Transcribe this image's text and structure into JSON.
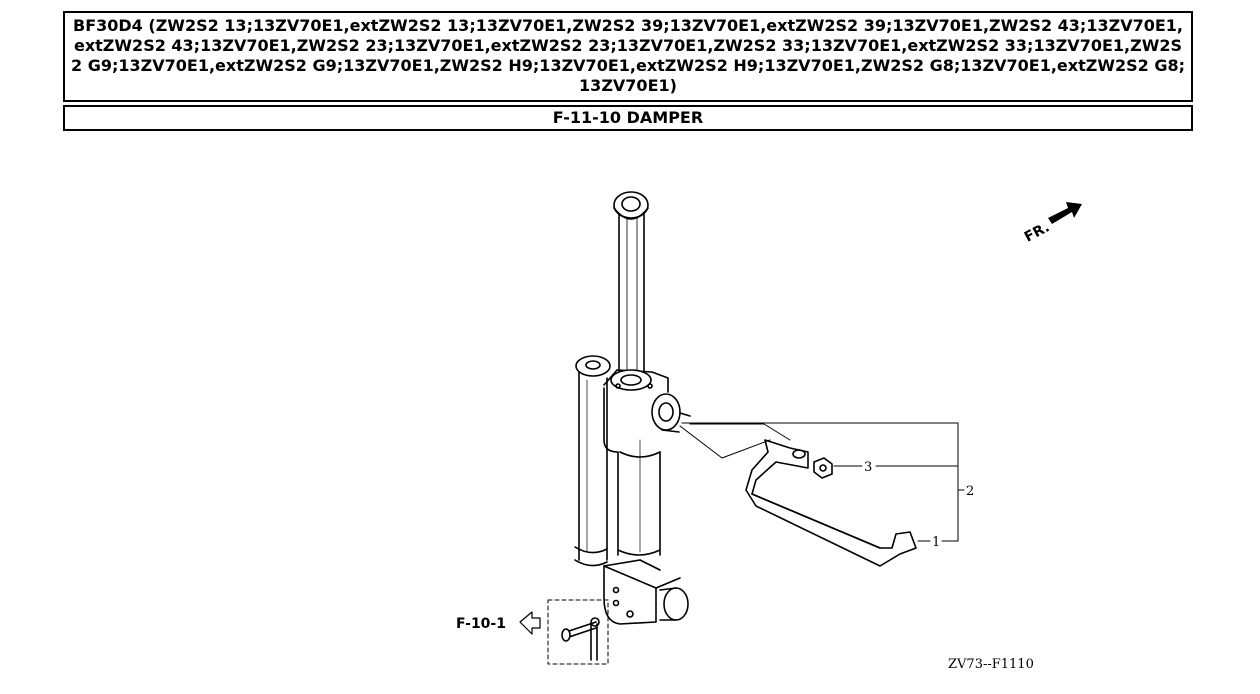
{
  "header": {
    "title": "BF30D4 (ZW2S2 13;13ZV70E1,extZW2S2 13;13ZV70E1,ZW2S2 39;13ZV70E1,extZW2S2 39;13ZV70E1,ZW2S2 43;13ZV70E1,extZW2S2 43;13ZV70E1,ZW2S2 23;13ZV70E1,extZW2S2 23;13ZV70E1,ZW2S2 33;13ZV70E1,extZW2S2 33;13ZV70E1,ZW2S2 G9;13ZV70E1,extZW2S2 G9;13ZV70E1,ZW2S2 H9;13ZV70E1,extZW2S2 H9;13ZV70E1,ZW2S2 G8;13ZV70E1,extZW2S2 G8;13ZV70E1)",
    "section": "F-11-10 DAMPER"
  },
  "diagram": {
    "front_marker": "FR.",
    "ref_link": "F-10-1",
    "drawing_code": "ZV73--F1110",
    "callouts": [
      "1",
      "2",
      "3"
    ]
  }
}
